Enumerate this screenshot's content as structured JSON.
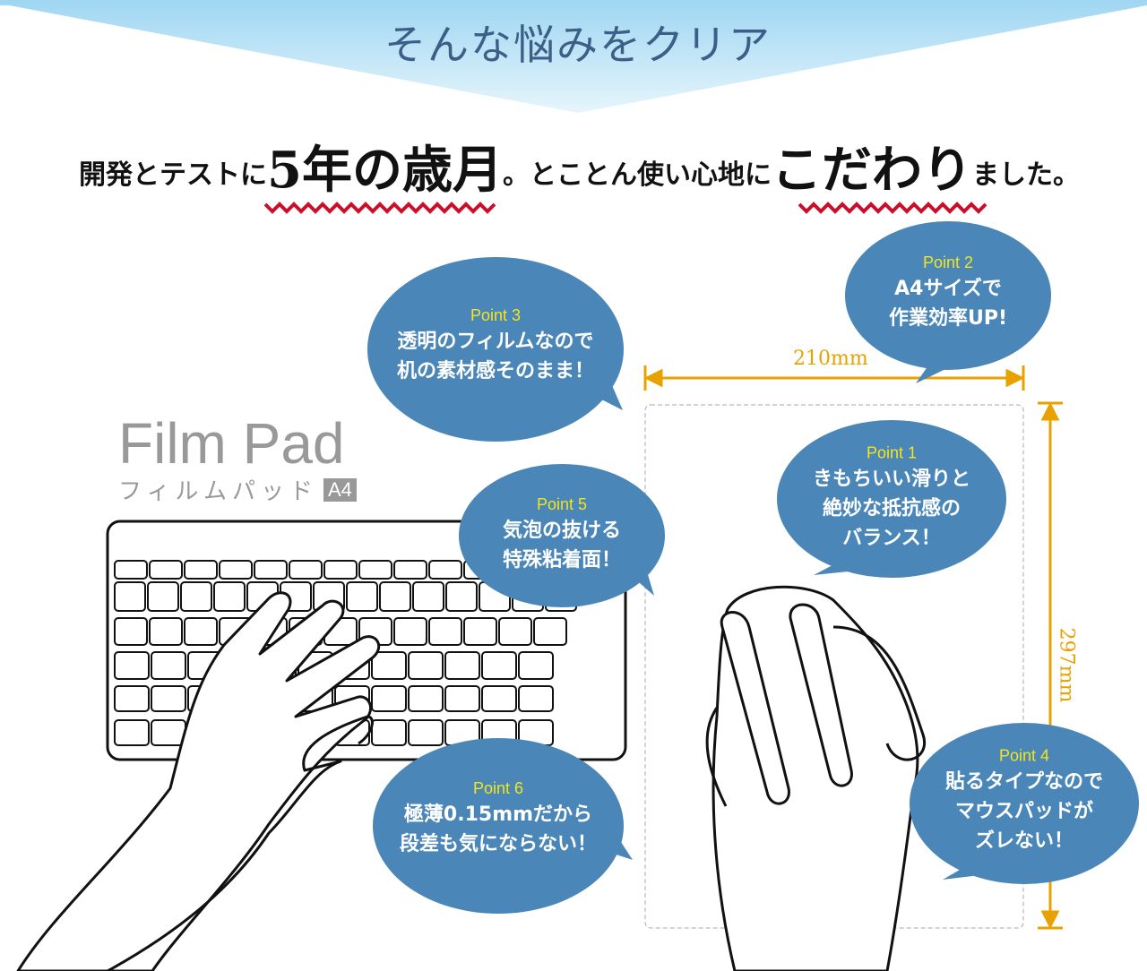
{
  "banner": {
    "title": "そんな悩みをクリア"
  },
  "headline": {
    "part1": "開発とテストに",
    "emphasis1": "5年の歳月",
    "part2": "。とことん使い心地に",
    "emphasis2": "こだわり",
    "part3": "ました。"
  },
  "brand": {
    "name": "Film Pad",
    "kana": "フィルムパッド",
    "size_badge": "A4"
  },
  "dimensions": {
    "width": "210mm",
    "height": "297mm"
  },
  "points": [
    {
      "label": "Point 1",
      "line1": "きもちいい滑りと",
      "line2": "絶妙な抵抗感の",
      "line3": "バランス！"
    },
    {
      "label": "Point 2",
      "line1": "A4サイズで",
      "line2": "作業効率UP!"
    },
    {
      "label": "Point 3",
      "line1": "透明のフィルムなので",
      "line2": "机の素材感そのまま！"
    },
    {
      "label": "Point 4",
      "line1": "貼るタイプなので",
      "line2": "マウスパッドが",
      "line3": "ズレない！"
    },
    {
      "label": "Point 5",
      "line1": "気泡の抜ける",
      "line2": "特殊粘着面！"
    },
    {
      "label": "Point 6",
      "line1": "極薄0.15mmだから",
      "line2": "段差も気にならない！"
    }
  ],
  "colors": {
    "bubble": "#4a86b8",
    "point_label": "#f4e51c",
    "accent": "#e8a200",
    "wave": "#c8102e",
    "banner": "#bfe3f5"
  }
}
